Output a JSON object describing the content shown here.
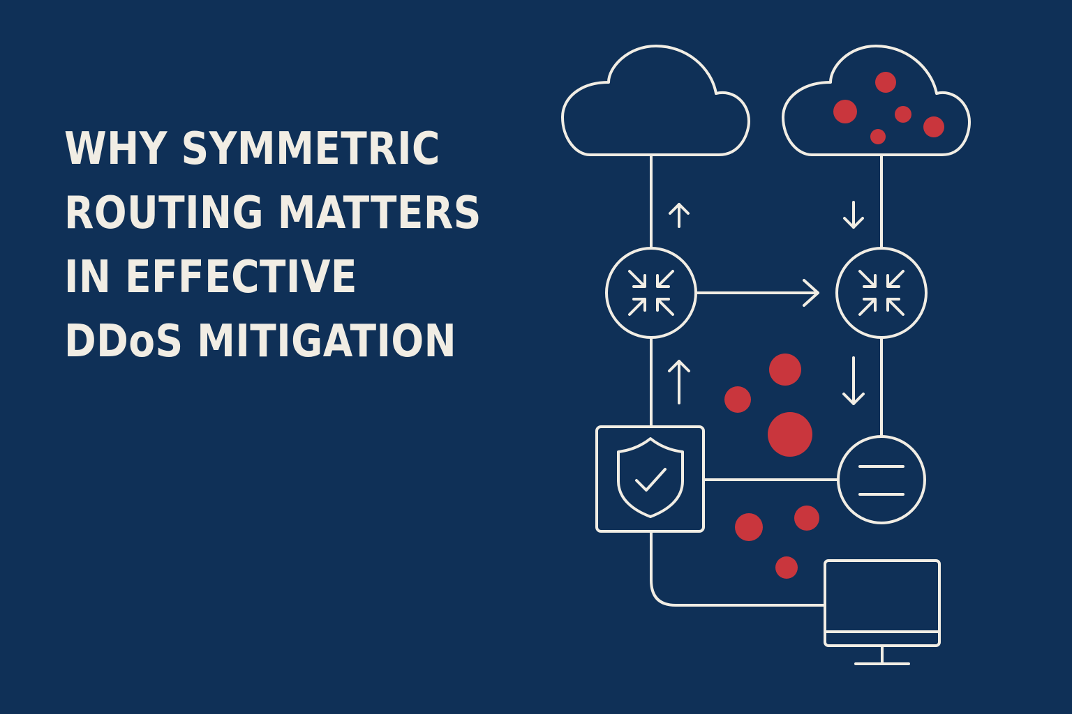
{
  "headline": {
    "lines": [
      "WHY SYMMETRIC",
      "ROUTING MATTERS",
      "IN EFFECTIVE",
      "DDoS MITIGATION"
    ]
  },
  "colors": {
    "background": "#0f3057",
    "stroke": "#f1ede4",
    "attack_traffic": "#c9363d"
  },
  "diagram": {
    "nodes": [
      {
        "id": "cloud-clean",
        "icon": "cloud-icon"
      },
      {
        "id": "cloud-attack",
        "icon": "cloud-with-attack-traffic-icon"
      },
      {
        "id": "router-left",
        "icon": "router-icon"
      },
      {
        "id": "router-right",
        "icon": "router-icon"
      },
      {
        "id": "scrubbing",
        "icon": "shield-check-icon"
      },
      {
        "id": "load-balancer",
        "icon": "equals-icon"
      },
      {
        "id": "client",
        "icon": "monitor-icon"
      }
    ],
    "flow_arrows": [
      "up",
      "up",
      "down",
      "down",
      "right"
    ]
  }
}
